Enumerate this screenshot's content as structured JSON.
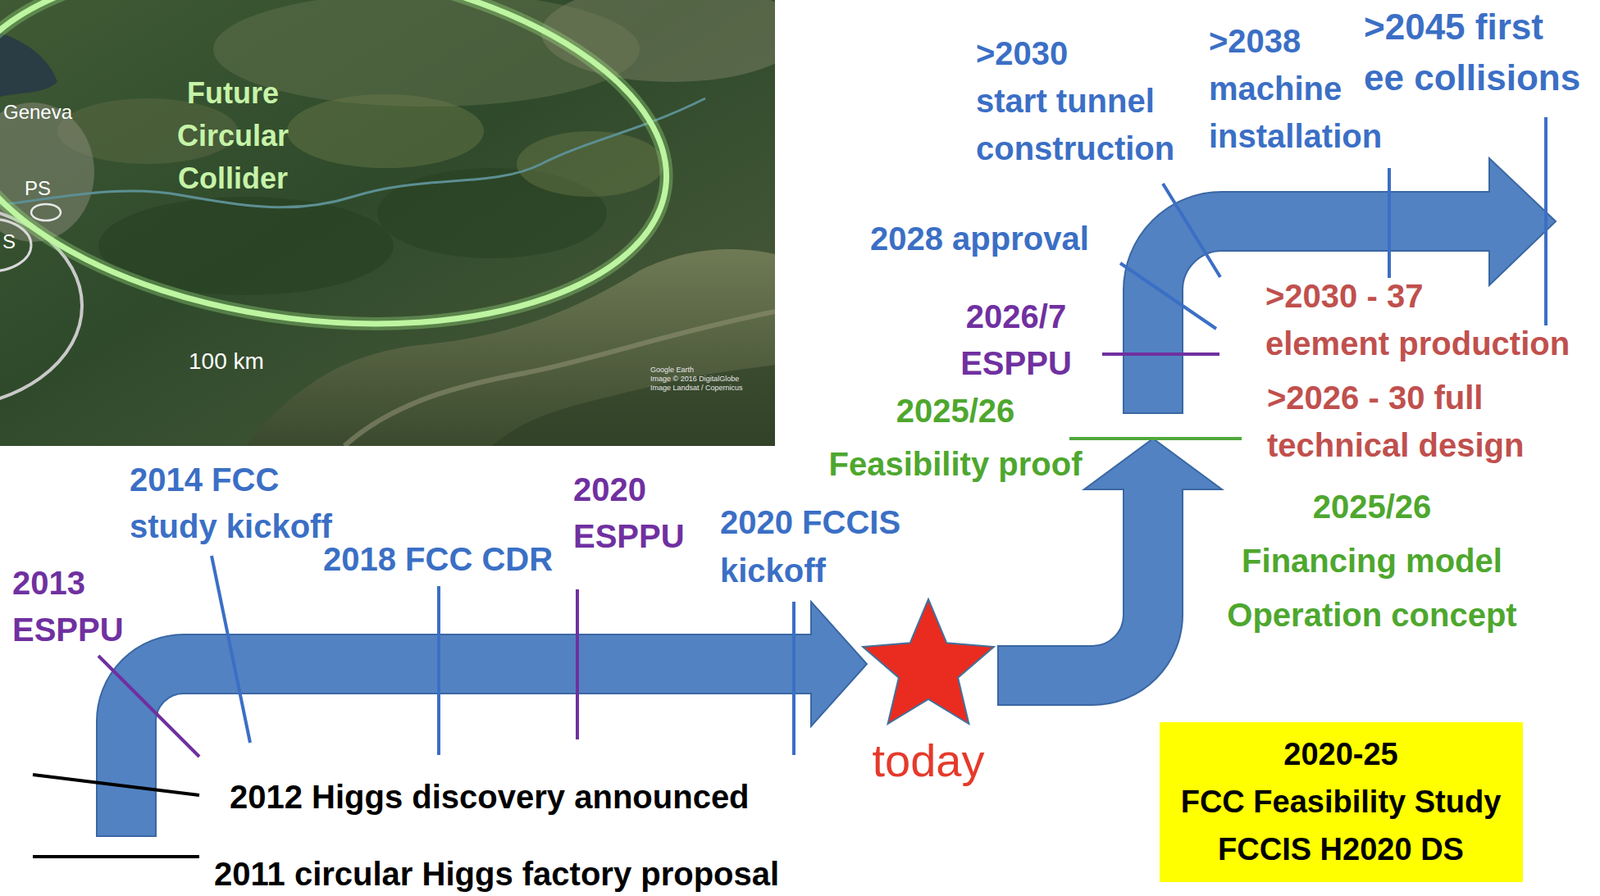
{
  "diagram": {
    "nodes": [
      {
        "text": [
          "today"
        ]
      },
      {
        "text": [
          "2020-25 FCC Feasibility Study FCCIS H2020 DS"
        ]
      }
    ],
    "labels": [
      "Geneva",
      "PS",
      "S",
      "Future Circular Collider",
      "100 km",
      "Google Earth",
      "Image © 2016 DigitalGlobe",
      "Image Landsat / Copernicus",
      ">2030 start tunnel construction",
      ">2038 machine installation",
      ">2045 first ee collisions",
      "2028 approval",
      "2026/7 ESPPU",
      ">2030 - 37 element production",
      "2025/26 Feasibility proof",
      ">2026 - 30 full technical design",
      "2014 FCC study kickoff",
      "2020 ESPPU",
      "2020 FCCIS kickoff",
      "2018 FCC CDR",
      "2013 ESPPU",
      "2025/26 Financing model Operation concept",
      "2012 Higgs discovery announced",
      "2011 circular Higgs factory proposal"
    ]
  }
}
